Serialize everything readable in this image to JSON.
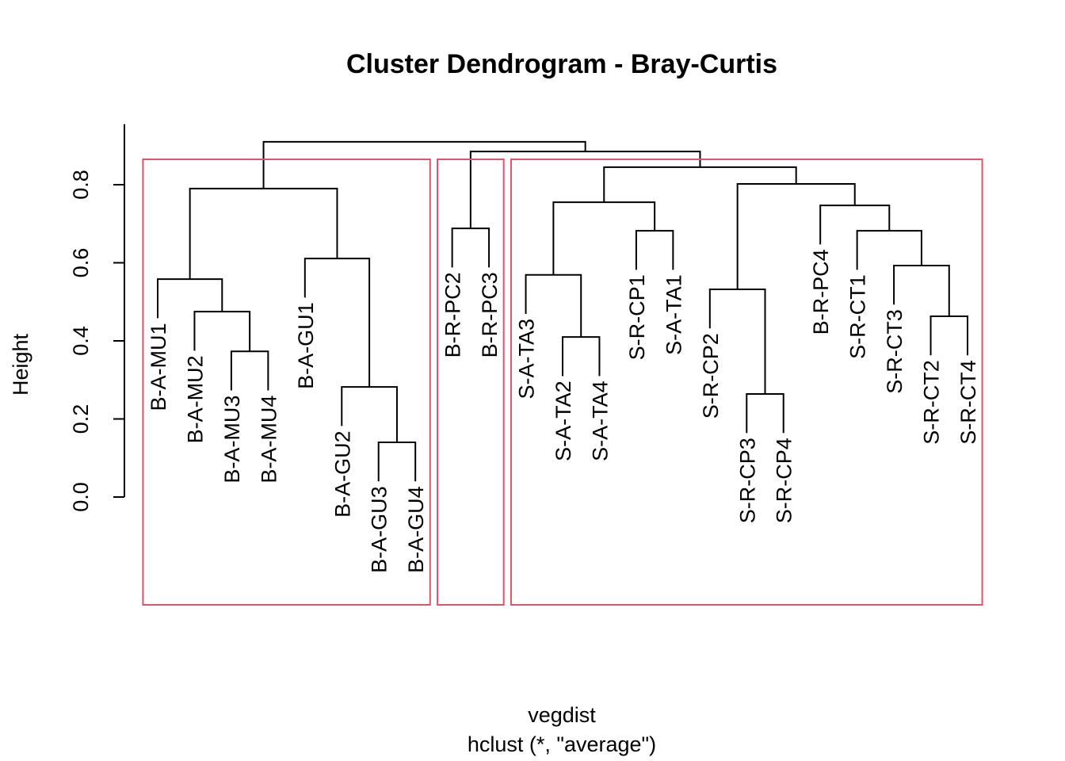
{
  "chart_data": {
    "type": "dendrogram",
    "title": "Cluster Dendrogram - Bray-Curtis",
    "xlabel": "vegdist",
    "sub": "hclust (*, \"average\")",
    "ylabel": "Height",
    "ylim": [
      0,
      0.955
    ],
    "yticks": [
      0.0,
      0.2,
      0.4,
      0.6,
      0.8
    ],
    "ytick_labels": [
      "0.0",
      "0.2",
      "0.4",
      "0.6",
      "0.8"
    ],
    "hang": 0.1,
    "leaves": [
      "B-A-MU1",
      "B-A-MU2",
      "B-A-MU3",
      "B-A-MU4",
      "B-A-GU1",
      "B-A-GU2",
      "B-A-GU3",
      "B-A-GU4",
      "B-R-PC2",
      "B-R-PC3",
      "S-A-TA3",
      "S-A-TA2",
      "S-A-TA4",
      "S-R-CP1",
      "S-A-TA1",
      "S-R-CP2",
      "S-R-CP3",
      "S-R-CP4",
      "B-R-PC4",
      "S-R-CT1",
      "S-R-CT3",
      "S-R-CT2",
      "S-R-CT4"
    ],
    "merges": [
      {
        "id": "m_mu34",
        "left": "B-A-MU3",
        "right": "B-A-MU4",
        "height": 0.373
      },
      {
        "id": "m_mu2",
        "left": "B-A-MU2",
        "right": "m_mu34",
        "height": 0.475
      },
      {
        "id": "m_mu1",
        "left": "B-A-MU1",
        "right": "m_mu2",
        "height": 0.558
      },
      {
        "id": "m_gu34",
        "left": "B-A-GU3",
        "right": "B-A-GU4",
        "height": 0.14
      },
      {
        "id": "m_gu2",
        "left": "B-A-GU2",
        "right": "m_gu34",
        "height": 0.282
      },
      {
        "id": "m_gu1",
        "left": "B-A-GU1",
        "right": "m_gu2",
        "height": 0.611
      },
      {
        "id": "m_ba",
        "left": "m_mu1",
        "right": "m_gu1",
        "height": 0.79
      },
      {
        "id": "m_pc23",
        "left": "B-R-PC2",
        "right": "B-R-PC3",
        "height": 0.688
      },
      {
        "id": "m_ta24",
        "left": "S-A-TA2",
        "right": "S-A-TA4",
        "height": 0.41
      },
      {
        "id": "m_ta3",
        "left": "S-A-TA3",
        "right": "m_ta24",
        "height": 0.569
      },
      {
        "id": "m_cp1ta1",
        "left": "S-R-CP1",
        "right": "S-A-TA1",
        "height": 0.682
      },
      {
        "id": "m_ta",
        "left": "m_ta3",
        "right": "m_cp1ta1",
        "height": 0.755
      },
      {
        "id": "m_cp34",
        "left": "S-R-CP3",
        "right": "S-R-CP4",
        "height": 0.264
      },
      {
        "id": "m_cp2",
        "left": "S-R-CP2",
        "right": "m_cp34",
        "height": 0.532
      },
      {
        "id": "m_ct24",
        "left": "S-R-CT2",
        "right": "S-R-CT4",
        "height": 0.463
      },
      {
        "id": "m_ct3",
        "left": "S-R-CT3",
        "right": "m_ct24",
        "height": 0.593
      },
      {
        "id": "m_ct1",
        "left": "S-R-CT1",
        "right": "m_ct3",
        "height": 0.682
      },
      {
        "id": "m_pc4",
        "left": "B-R-PC4",
        "right": "m_ct1",
        "height": 0.747
      },
      {
        "id": "m_cpct",
        "left": "m_cp2",
        "right": "m_pc4",
        "height": 0.802
      },
      {
        "id": "m_s",
        "left": "m_ta",
        "right": "m_cpct",
        "height": 0.845
      },
      {
        "id": "m_pcs",
        "left": "m_pc23",
        "right": "m_s",
        "height": 0.885
      },
      {
        "id": "m_root",
        "left": "m_ba",
        "right": "m_pcs",
        "height": 0.91
      }
    ],
    "cluster_boxes": [
      {
        "name": "cluster-1",
        "first_leaf": "B-A-MU1",
        "last_leaf": "B-A-GU4",
        "color": "#DF536B"
      },
      {
        "name": "cluster-2",
        "first_leaf": "B-R-PC2",
        "last_leaf": "B-R-PC3",
        "color": "#DF536B"
      },
      {
        "name": "cluster-3",
        "first_leaf": "S-A-TA3",
        "last_leaf": "S-R-CT4",
        "color": "#DF536B"
      }
    ],
    "rect_cut_height": 0.865
  }
}
